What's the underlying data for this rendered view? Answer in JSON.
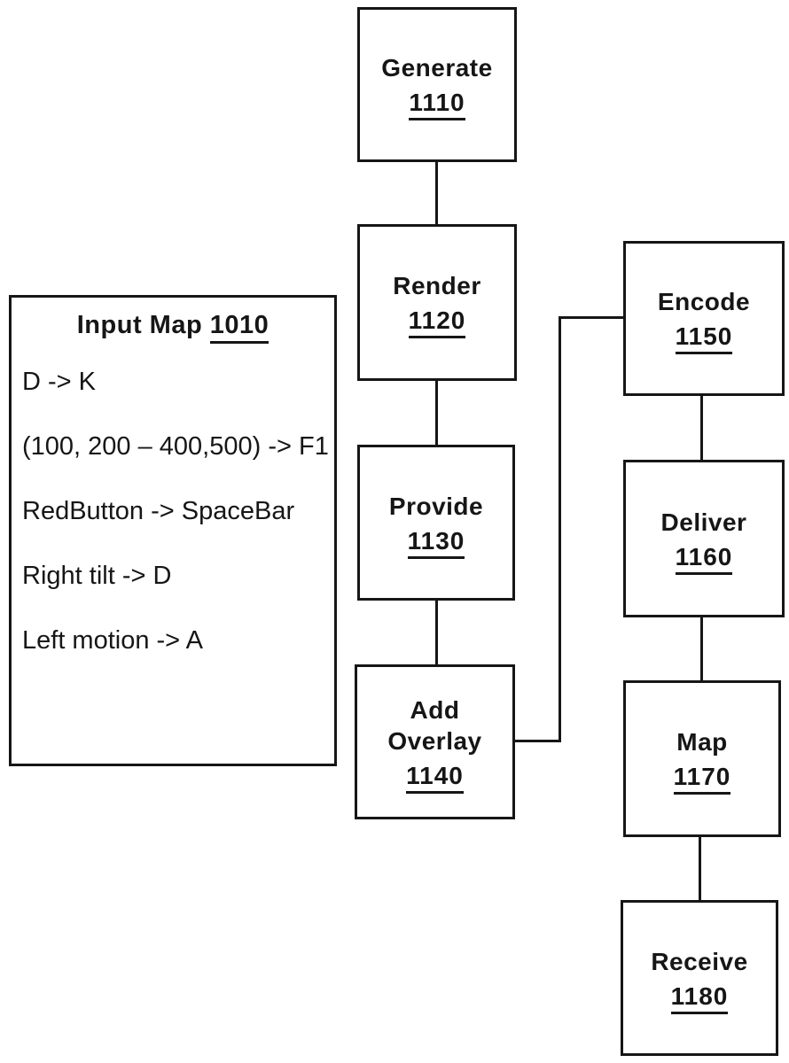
{
  "diagram": {
    "input_map": {
      "title": "Input Map",
      "ref": "1010",
      "entries": [
        "D -> K",
        "(100, 200 – 400,500) -> F1",
        "RedButton -> SpaceBar",
        "Right tilt -> D",
        "Left motion -> A"
      ]
    },
    "nodes": [
      {
        "id": "generate",
        "label": "Generate",
        "ref": "1110"
      },
      {
        "id": "render",
        "label": "Render",
        "ref": "1120"
      },
      {
        "id": "provide",
        "label": "Provide",
        "ref": "1130"
      },
      {
        "id": "add-overlay",
        "label": "Add Overlay",
        "ref": "1140"
      },
      {
        "id": "encode",
        "label": "Encode",
        "ref": "1150"
      },
      {
        "id": "deliver",
        "label": "Deliver",
        "ref": "1160"
      },
      {
        "id": "map",
        "label": "Map",
        "ref": "1170"
      },
      {
        "id": "receive",
        "label": "Receive",
        "ref": "1180"
      }
    ],
    "colors": {
      "line": "#161616",
      "background": "#ffffff"
    }
  }
}
